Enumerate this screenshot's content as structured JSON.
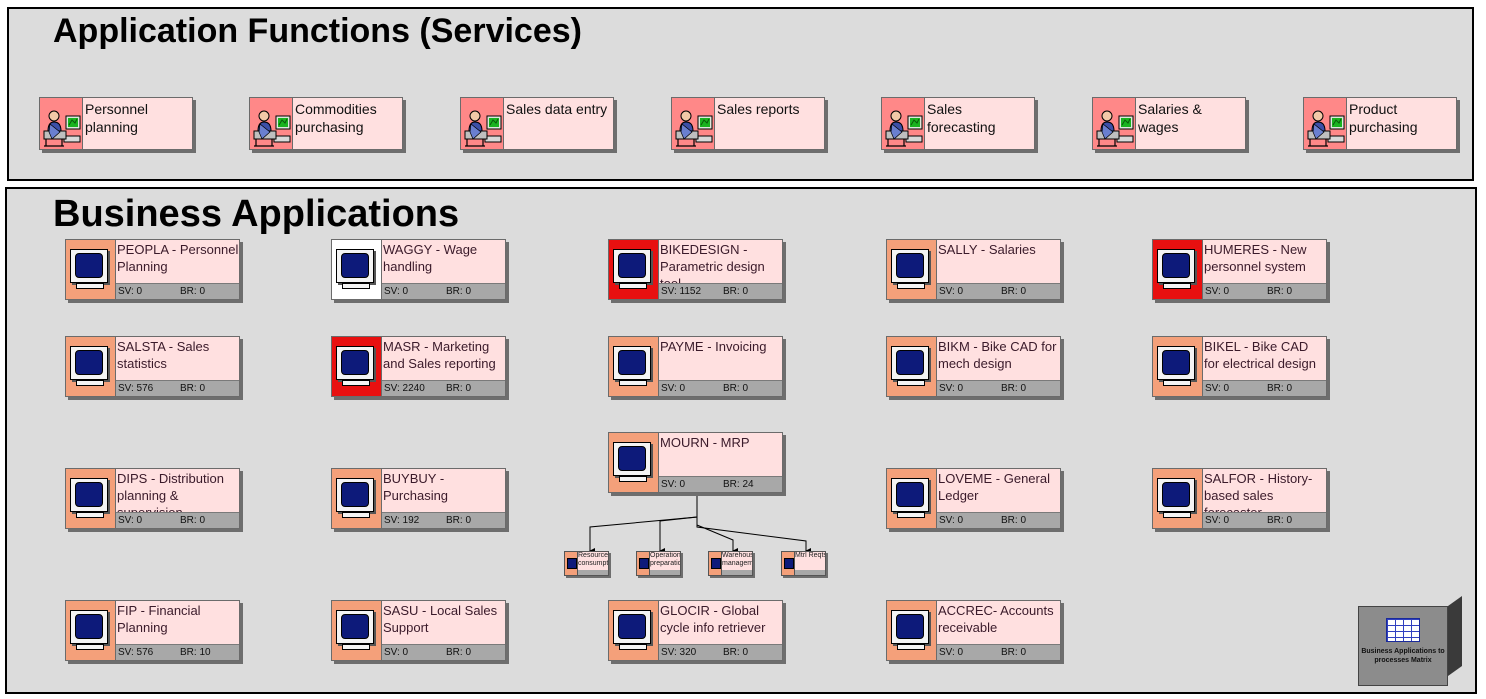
{
  "panels": {
    "functions_title": "Application Functions (Services)",
    "applications_title": "Business Applications"
  },
  "functions": [
    {
      "label": "Personnel planning"
    },
    {
      "label": "Commodities purchasing"
    },
    {
      "label": "Sales data entry"
    },
    {
      "label": "Sales reports"
    },
    {
      "label": "Sales forecasting"
    },
    {
      "label": "Salaries & wages"
    },
    {
      "label": "Product purchasing"
    }
  ],
  "apps": [
    {
      "label": "PEOPLA - Personnel Planning",
      "sv": "SV: 0",
      "br": "BR: 0",
      "icon_color": "#f4a07a"
    },
    {
      "label": "WAGGY - Wage handling",
      "sv": "SV: 0",
      "br": "BR: 0",
      "icon_color": "#ffffff"
    },
    {
      "label": "BIKEDESIGN - Parametric design tool",
      "sv": "SV: 1152",
      "br": "BR: 0",
      "icon_color": "#e81010"
    },
    {
      "label": "SALLY - Salaries",
      "sv": "SV: 0",
      "br": "BR: 0",
      "icon_color": "#f4a07a"
    },
    {
      "label": "HUMERES - New personnel system",
      "sv": "SV: 0",
      "br": "BR: 0",
      "icon_color": "#e81010"
    },
    {
      "label": "SALSTA - Sales statistics",
      "sv": "SV: 576",
      "br": "BR: 0",
      "icon_color": "#f4a07a"
    },
    {
      "label": "MASR - Marketing and Sales reporting",
      "sv": "SV: 2240",
      "br": "BR: 0",
      "icon_color": "#e81010"
    },
    {
      "label": "PAYME - Invoicing",
      "sv": "SV: 0",
      "br": "BR: 0",
      "icon_color": "#f4a07a"
    },
    {
      "label": "BIKM - Bike CAD for mech design",
      "sv": "SV: 0",
      "br": "BR: 0",
      "icon_color": "#f4a07a"
    },
    {
      "label": "BIKEL - Bike CAD for electrical design",
      "sv": "SV: 0",
      "br": "BR: 0",
      "icon_color": "#f4a07a"
    },
    {
      "label": "MOURN - MRP",
      "sv": "SV: 0",
      "br": "BR: 24",
      "icon_color": "#f4a07a"
    },
    {
      "label": "DIPS - Distribution planning & supervision",
      "sv": "SV: 0",
      "br": "BR: 0",
      "icon_color": "#f4a07a"
    },
    {
      "label": "BUYBUY - Purchasing",
      "sv": "SV: 192",
      "br": "BR: 0",
      "icon_color": "#f4a07a"
    },
    {
      "label": "LOVEME - General Ledger",
      "sv": "SV: 0",
      "br": "BR: 0",
      "icon_color": "#f4a07a"
    },
    {
      "label": "SALFOR - History-based sales forecaster",
      "sv": "SV: 0",
      "br": "BR: 0",
      "icon_color": "#f4a07a"
    },
    {
      "label": "FIP - Financial Planning",
      "sv": "SV: 576",
      "br": "BR: 10",
      "icon_color": "#f4a07a"
    },
    {
      "label": "SASU - Local Sales Support",
      "sv": "SV: 0",
      "br": "BR: 0",
      "icon_color": "#f4a07a"
    },
    {
      "label": "GLOCIR - Global cycle info retriever",
      "sv": "SV: 320",
      "br": "BR: 0",
      "icon_color": "#f4a07a"
    },
    {
      "label": "ACCREC- Accounts receivable",
      "sv": "SV: 0",
      "br": "BR: 0",
      "icon_color": "#f4a07a"
    }
  ],
  "subsystems": [
    {
      "label": "Resource\nconsumpt"
    },
    {
      "label": "Operations\npreparation"
    },
    {
      "label": "Warehous\nmanagem"
    },
    {
      "label": "Mtrl Reqts"
    }
  ],
  "matrix_button": {
    "label": "Business Applications to processes Matrix"
  }
}
